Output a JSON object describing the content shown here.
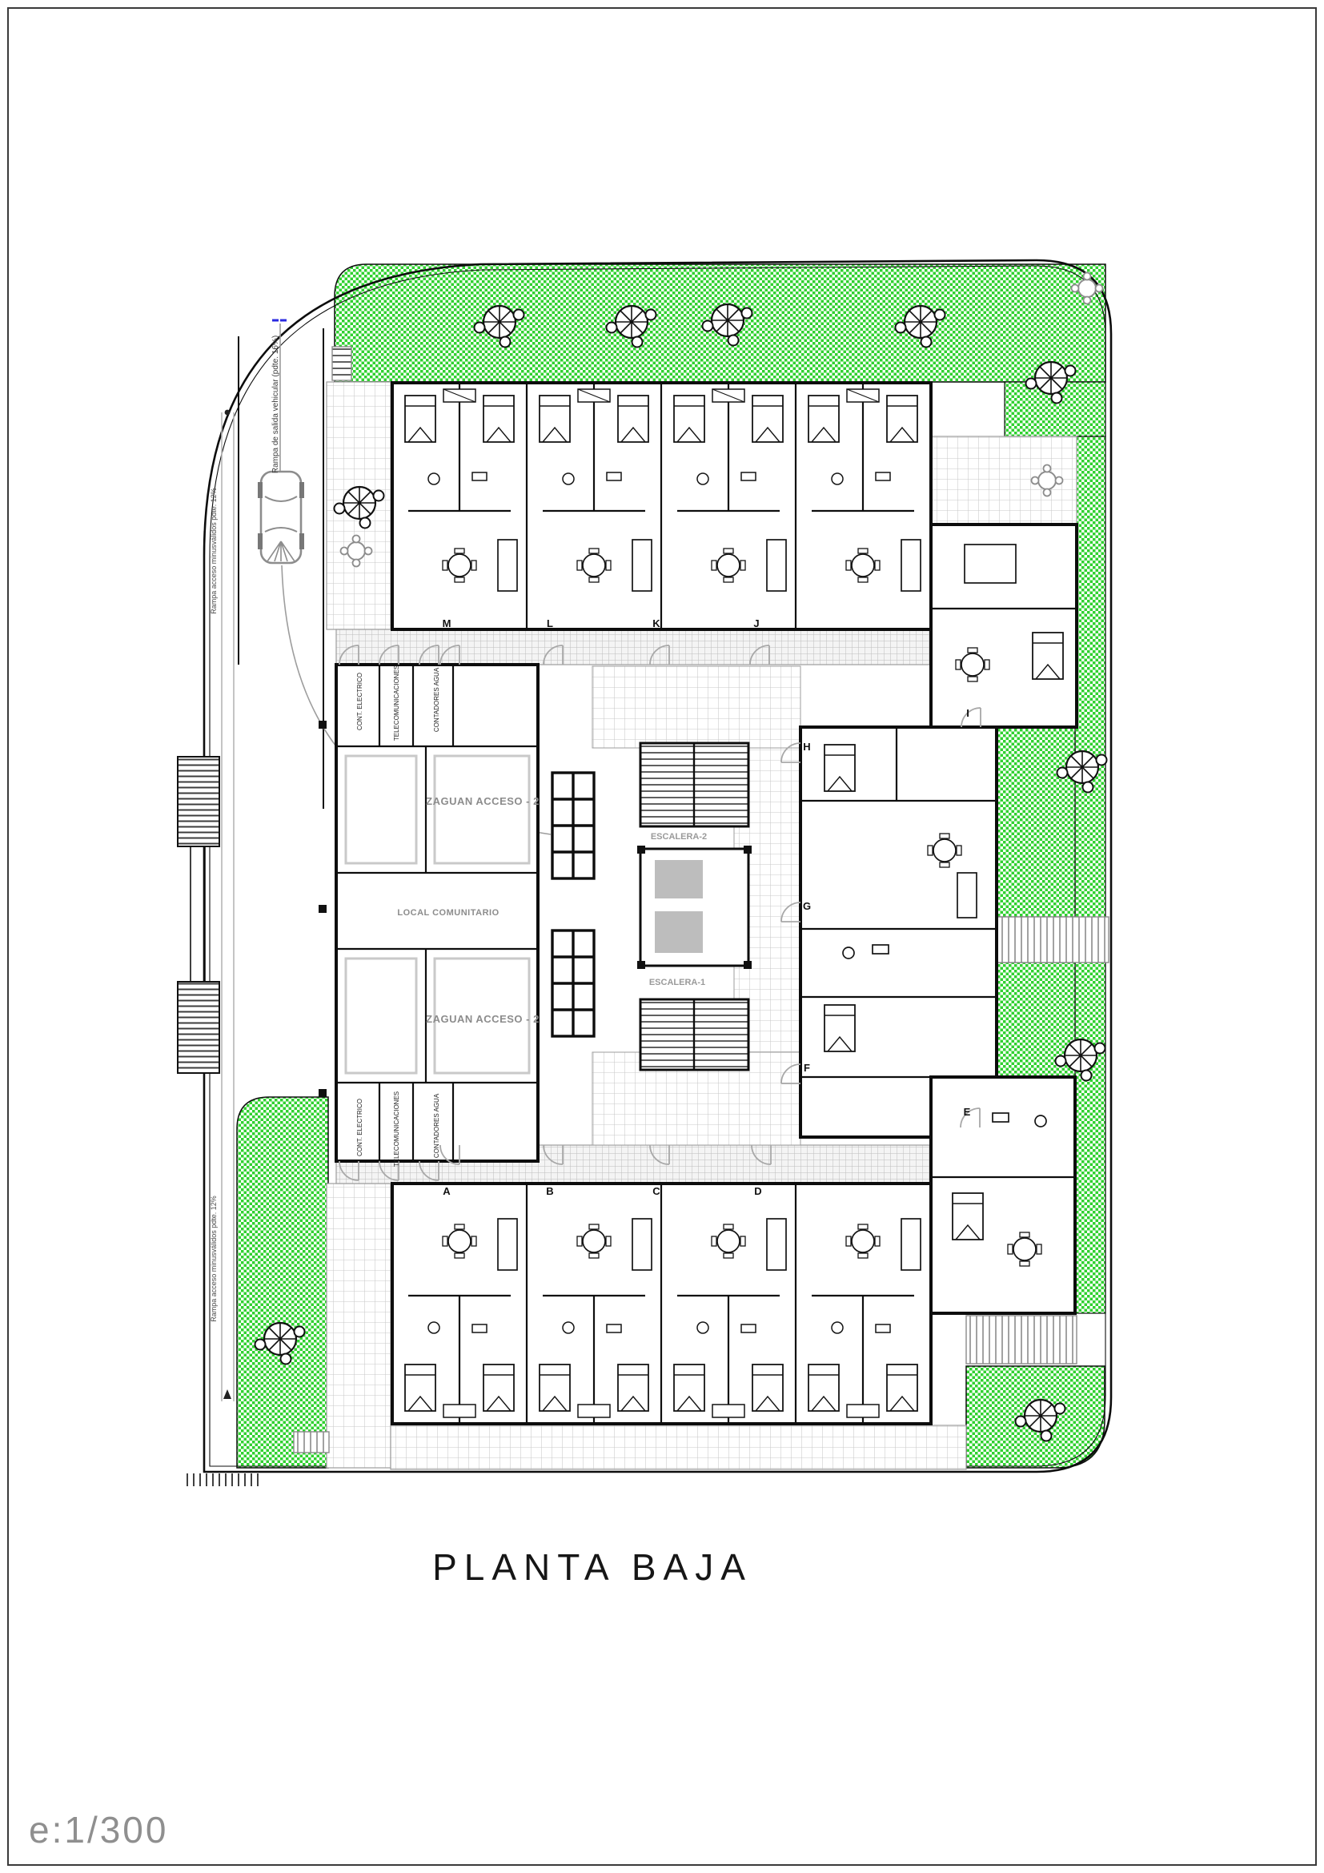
{
  "page": {
    "title": "PLANTA BAJA",
    "scale": "e:1/300"
  },
  "colors": {
    "grass": "#2fd12f",
    "wall": "#0d0d0d",
    "tile_line": "#c9c9c9",
    "gray": "#8d8d8d",
    "blue_mark": "#2a2ae0"
  },
  "site": {
    "ramp_exit": "Rampa de salida  vehicular (pdte. 16%)",
    "ramp_access": "Rampa acceso minusválidos pdte. 12%"
  },
  "building": {
    "zaguan_upper": "ZAGUAN ACCESO - 2",
    "zaguan_lower": "ZAGUAN ACCESO - 2",
    "local_comunitario": "LOCAL COMUNITARIO",
    "stair_upper": "ESCALERA-2",
    "stair_lower": "ESCALERA-1",
    "utilities": [
      "CONT. ELECTRICO",
      "TELECOMUNICACIONES",
      "CONTADORES AGUA"
    ],
    "apartments": {
      "top": [
        "M",
        "L",
        "K",
        "J"
      ],
      "bottom": [
        "A",
        "B",
        "C",
        "D"
      ],
      "right": [
        "I",
        "H",
        "G",
        "F",
        "E"
      ]
    }
  }
}
